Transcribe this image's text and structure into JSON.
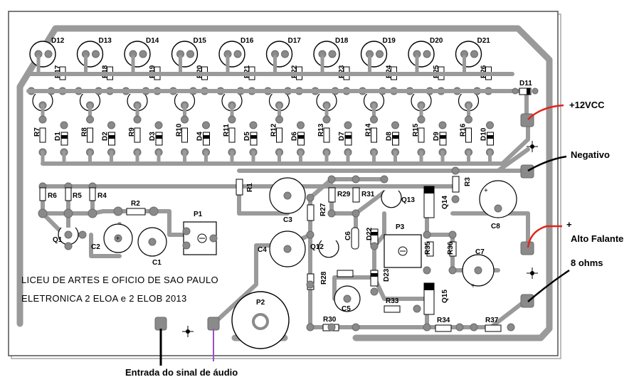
{
  "board": {
    "title_line1": "LICEU DE ARTES E OFICIO DE SAO PAULO",
    "title_line2": "ELETRONICA  2 ELOA e 2 ELOB  2013"
  },
  "external_labels": {
    "vcc": "+12VCC",
    "negativo": "Negativo",
    "plus": "+",
    "alto_falante": "Alto Falante",
    "ohms": "8 ohms",
    "entrada": "Entrada do sinal de áudio"
  },
  "leds": [
    "D12",
    "D13",
    "D14",
    "D15",
    "D16",
    "D17",
    "D18",
    "D19",
    "D20",
    "D21"
  ],
  "led_resistors": [
    "R17",
    "R18",
    "R19",
    "R20",
    "R21",
    "R22",
    "R23",
    "R24",
    "R25",
    "R26"
  ],
  "base_resistors": [
    "R7",
    "R8",
    "R9",
    "R10",
    "R11",
    "R12",
    "R13",
    "R14",
    "R15",
    "R16"
  ],
  "diodes_row": [
    "D1",
    "D2",
    "D3",
    "D4",
    "D5",
    "D6",
    "D7",
    "D8",
    "D9",
    "D10"
  ],
  "components": {
    "d11": "D11",
    "r6": "R6",
    "r5": "R5",
    "r4": "R4",
    "r1": "R1",
    "r2": "R2",
    "r3": "R3",
    "q1": "Q1",
    "c2": "C2",
    "c1": "C1",
    "p1": "P1",
    "c3": "C3",
    "c4": "C4",
    "r27": "R27",
    "q12": "Q12",
    "r28": "R28",
    "r29": "R29",
    "r31": "R31",
    "c6": "C6",
    "d22": "D22",
    "d23": "D23",
    "q13": "Q13",
    "q14": "Q14",
    "p3": "P3",
    "r35": "R35",
    "r36": "R36",
    "c7": "C7",
    "c8": "C8",
    "q15": "Q15",
    "c5": "C5",
    "r30": "R30",
    "r33": "R33",
    "r34": "R34",
    "r37": "R37",
    "p2": "P2"
  },
  "colors": {
    "board": "#ffffff",
    "copper": "#9a9a9a",
    "pad": "#8a8a8a",
    "wire_red": "#e0241c",
    "wire_purple": "#9b4fc6",
    "wire_black": "#000000"
  }
}
